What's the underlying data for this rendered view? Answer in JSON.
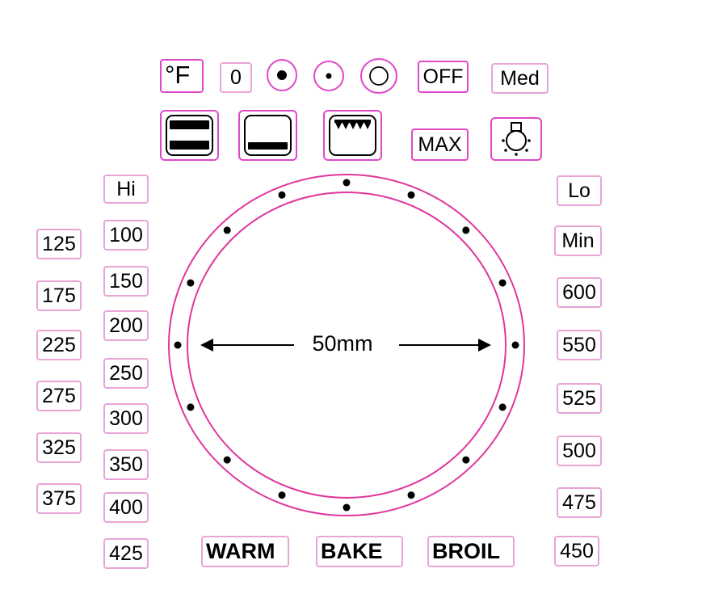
{
  "top_row": {
    "unit": "°F",
    "zero": "0",
    "off": "OFF",
    "med": "Med",
    "radio_icons": [
      "large-dot-radio-icon",
      "small-dot-radio-icon",
      "empty-radio-icon"
    ]
  },
  "function_row": {
    "max": "MAX",
    "icons": [
      "dual-heat-element-icon",
      "bottom-heat-element-icon",
      "top-broil-element-icon",
      "oven-light-icon"
    ]
  },
  "left_outer": [
    "125",
    "175",
    "225",
    "275",
    "325",
    "375"
  ],
  "left_inner": [
    "Hi",
    "100",
    "150",
    "200",
    "250",
    "300",
    "350",
    "400",
    "425"
  ],
  "right": [
    "Lo",
    "Min",
    "600",
    "550",
    "525",
    "500",
    "475",
    "450"
  ],
  "dial": {
    "dimension": "50mm",
    "tick_count": 16
  },
  "modes": [
    "WARM",
    "BAKE",
    "BROIL"
  ],
  "colors": {
    "accent_magenta": "#e048c8",
    "label_border_pink": "#e8a5d6",
    "dial_ring": "#e0359d"
  }
}
